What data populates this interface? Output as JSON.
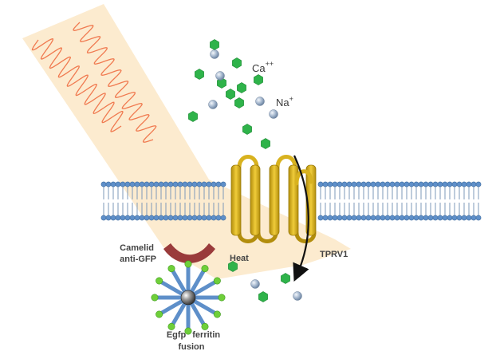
{
  "labels": {
    "calcium": "Ca",
    "calcium_charge": "++",
    "sodium": "Na",
    "sodium_charge": "+",
    "camelid_line1": "Camelid",
    "camelid_line2": "anti-GFP",
    "heat": "Heat",
    "channel": "TPRV1",
    "fusion_line1": "Egfp",
    "fusion_line2": "ferritin",
    "fusion_line3": "fusion"
  },
  "colors": {
    "calcium_ion": "#2fb34a",
    "sodium_ion": "#9fb3cb",
    "membrane_head": "#5e8fc9",
    "channel_helix": "#d8b21f",
    "beam": "#fbe6c2",
    "wave": "#f07a50",
    "antibody": "#9a3b3b",
    "ferritin_arm": "#5e8fc9",
    "ferritin_tip": "#6fcf3a"
  },
  "icons": {
    "calcium_ion": "green-hexagon",
    "sodium_ion": "grey-sphere",
    "ion_flow": "curved-arrow"
  }
}
